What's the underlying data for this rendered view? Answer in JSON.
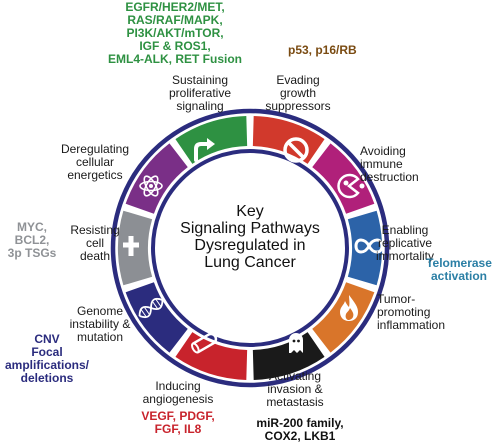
{
  "center_title": [
    "Key",
    "Signaling Pathways",
    "Dysregulated in",
    "Lung Cancer"
  ],
  "colors": {
    "ring": "#2b2c7e",
    "green": "#2e9142",
    "red_top": "#d1392c",
    "magenta": "#b0207a",
    "blue": "#2c63a8",
    "orange": "#d9752a",
    "black": "#1a1a1a",
    "red_bottom": "#c8232c",
    "navy": "#2b2c7e",
    "gray": "#8c8f94",
    "purple": "#7a2f87",
    "brown": "#7a4b12",
    "teal": "#2b7fa5",
    "gray_text": "#8f9296"
  },
  "hallmarks": [
    {
      "id": "proliferative",
      "label": [
        "Sustaining",
        "proliferative",
        "signaling"
      ],
      "icon": "arrow-icon",
      "color": "#2e9142"
    },
    {
      "id": "suppressors",
      "label": [
        "Evading",
        "growth",
        "suppressors"
      ],
      "icon": "no-sign-icon",
      "color": "#d1392c"
    },
    {
      "id": "immune",
      "label": [
        "Avoiding",
        "immune",
        "destruction"
      ],
      "icon": "pacman-cell-icon",
      "color": "#b0207a"
    },
    {
      "id": "immortality",
      "label": [
        "Enabling",
        "replicative",
        "immortality"
      ],
      "icon": "infinity-icon",
      "color": "#2c63a8"
    },
    {
      "id": "inflammation",
      "label": [
        "Tumor-",
        "promoting",
        "inflammation"
      ],
      "icon": "flame-icon",
      "color": "#d9752a"
    },
    {
      "id": "invasion",
      "label": [
        "Activating",
        "invasion &",
        "metastasis"
      ],
      "icon": "ghost-cell-icon",
      "color": "#1a1a1a"
    },
    {
      "id": "angiogenesis",
      "label": [
        "Inducing",
        "angiogenesis"
      ],
      "icon": "vessel-icon",
      "color": "#c8232c"
    },
    {
      "id": "genome",
      "label": [
        "Genome",
        "instability &",
        "mutation"
      ],
      "icon": "dna-icon",
      "color": "#2b2c7e"
    },
    {
      "id": "death",
      "label": [
        "Resisting",
        "cell",
        "death"
      ],
      "icon": "cross-icon",
      "color": "#8c8f94"
    },
    {
      "id": "energetics",
      "label": [
        "Deregulating",
        "cellular",
        "energetics"
      ],
      "icon": "atom-icon",
      "color": "#7a2f87"
    }
  ],
  "pathways": {
    "proliferative": [
      "EGFR/HER2/MET,",
      "RAS/RAF/MAPK,",
      "PI3K/AKT/mTOR,",
      "IGF & ROS1,",
      "EML4-ALK, RET Fusion"
    ],
    "suppressors": [
      "p53, p16/RB"
    ],
    "immortality": [
      "Telomerase",
      "activation"
    ],
    "invasion": [
      "miR-200 family,",
      "COX2, LKB1"
    ],
    "angiogenesis": [
      "VEGF, PDGF,",
      "FGF, IL8"
    ],
    "genome": [
      "CNV",
      "Focal",
      "amplifications/",
      "deletions"
    ],
    "death": [
      "MYC,",
      "BCL2,",
      "3p TSGs"
    ]
  }
}
